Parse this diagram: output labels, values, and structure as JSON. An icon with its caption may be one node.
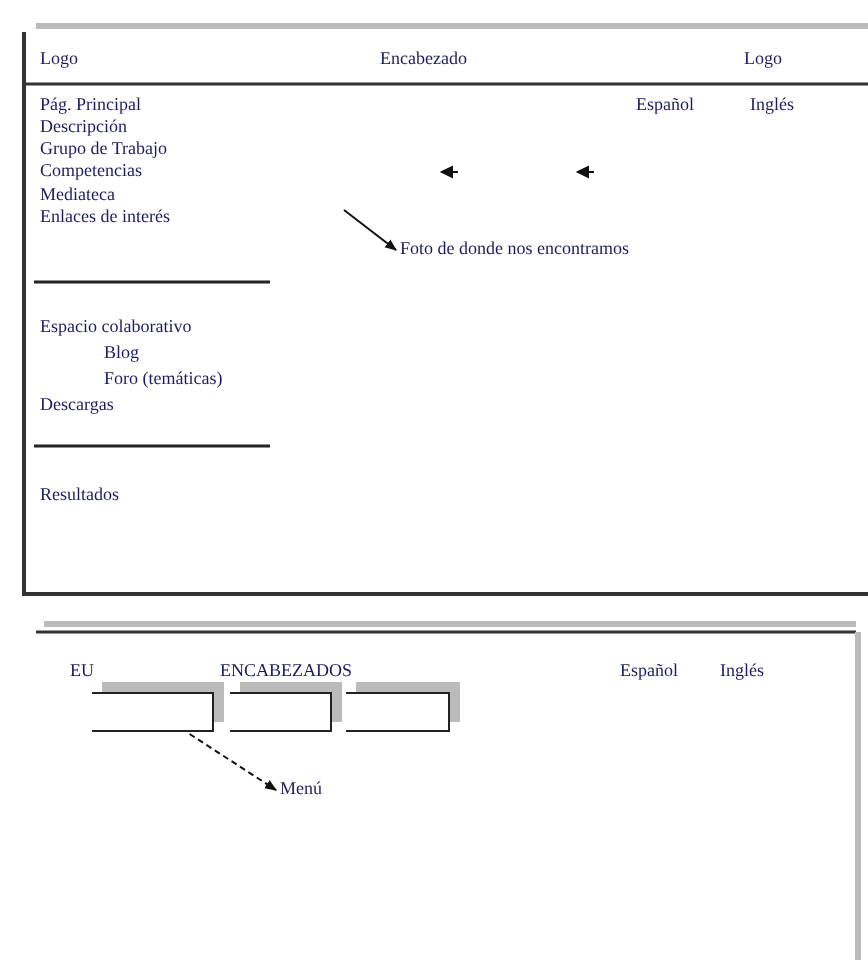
{
  "diagram": {
    "nodes": [
      {
        "text": [
          "Foto de donde nos encontramos"
        ]
      },
      {
        "text": [],
        "shape": "box"
      },
      {
        "text": [],
        "shape": "box"
      },
      {
        "text": [],
        "shape": "box"
      },
      {
        "text": [
          "Menú"
        ]
      }
    ],
    "edges": [
      {
        "from": null,
        "to": 0,
        "arrow": "to"
      },
      {
        "from": 1,
        "to": 4,
        "arrow": "to",
        "style": "dashed"
      }
    ],
    "labels": [
      "Logo",
      "Encabezado",
      "Logo",
      "Pág. Principal",
      "Español",
      "Inglés",
      "Descripción",
      "Grupo de Trabajo",
      "Competencias",
      "Mediateca",
      "Enlaces de interés",
      "Espacio colaborativo",
      "Blog",
      "Foro (temáticas)",
      "Descargas",
      "Resultados",
      "EU",
      "ENCABEZADOS",
      "Español",
      "Inglés"
    ]
  }
}
